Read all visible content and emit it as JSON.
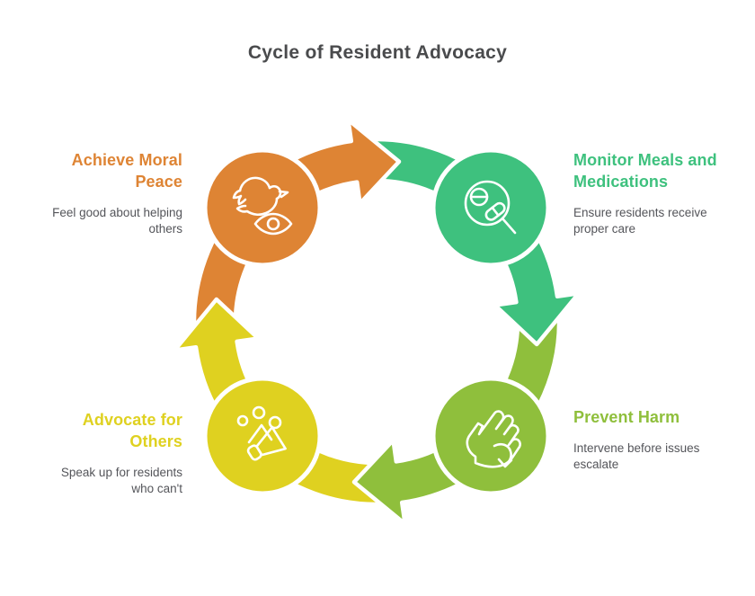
{
  "title": "Cycle of Resident Advocacy",
  "palette": {
    "background": "#FFFFFF",
    "title_text": "#4A4B4D",
    "body_text": "#54555A",
    "outline": "#FFFFFF"
  },
  "stages": [
    {
      "label": "Achieve Moral Peace",
      "description": "Feel good about helping others",
      "color": "#DE8434",
      "position": "top-left",
      "icon": "dove-peace-icon"
    },
    {
      "label": "Monitor Meals and Medications",
      "description": "Ensure residents receive proper care",
      "color": "#3EC17E",
      "position": "top-right",
      "icon": "magnifier-pills-icon"
    },
    {
      "label": "Prevent Harm",
      "description": "Intervene before issues escalate",
      "color": "#8FBF3C",
      "position": "bottom-right",
      "icon": "hand-stop-icon"
    },
    {
      "label": "Advocate for Others",
      "description": "Speak up for residents who can't",
      "color": "#DFD120",
      "position": "bottom-left",
      "icon": "megaphone-icon"
    }
  ]
}
